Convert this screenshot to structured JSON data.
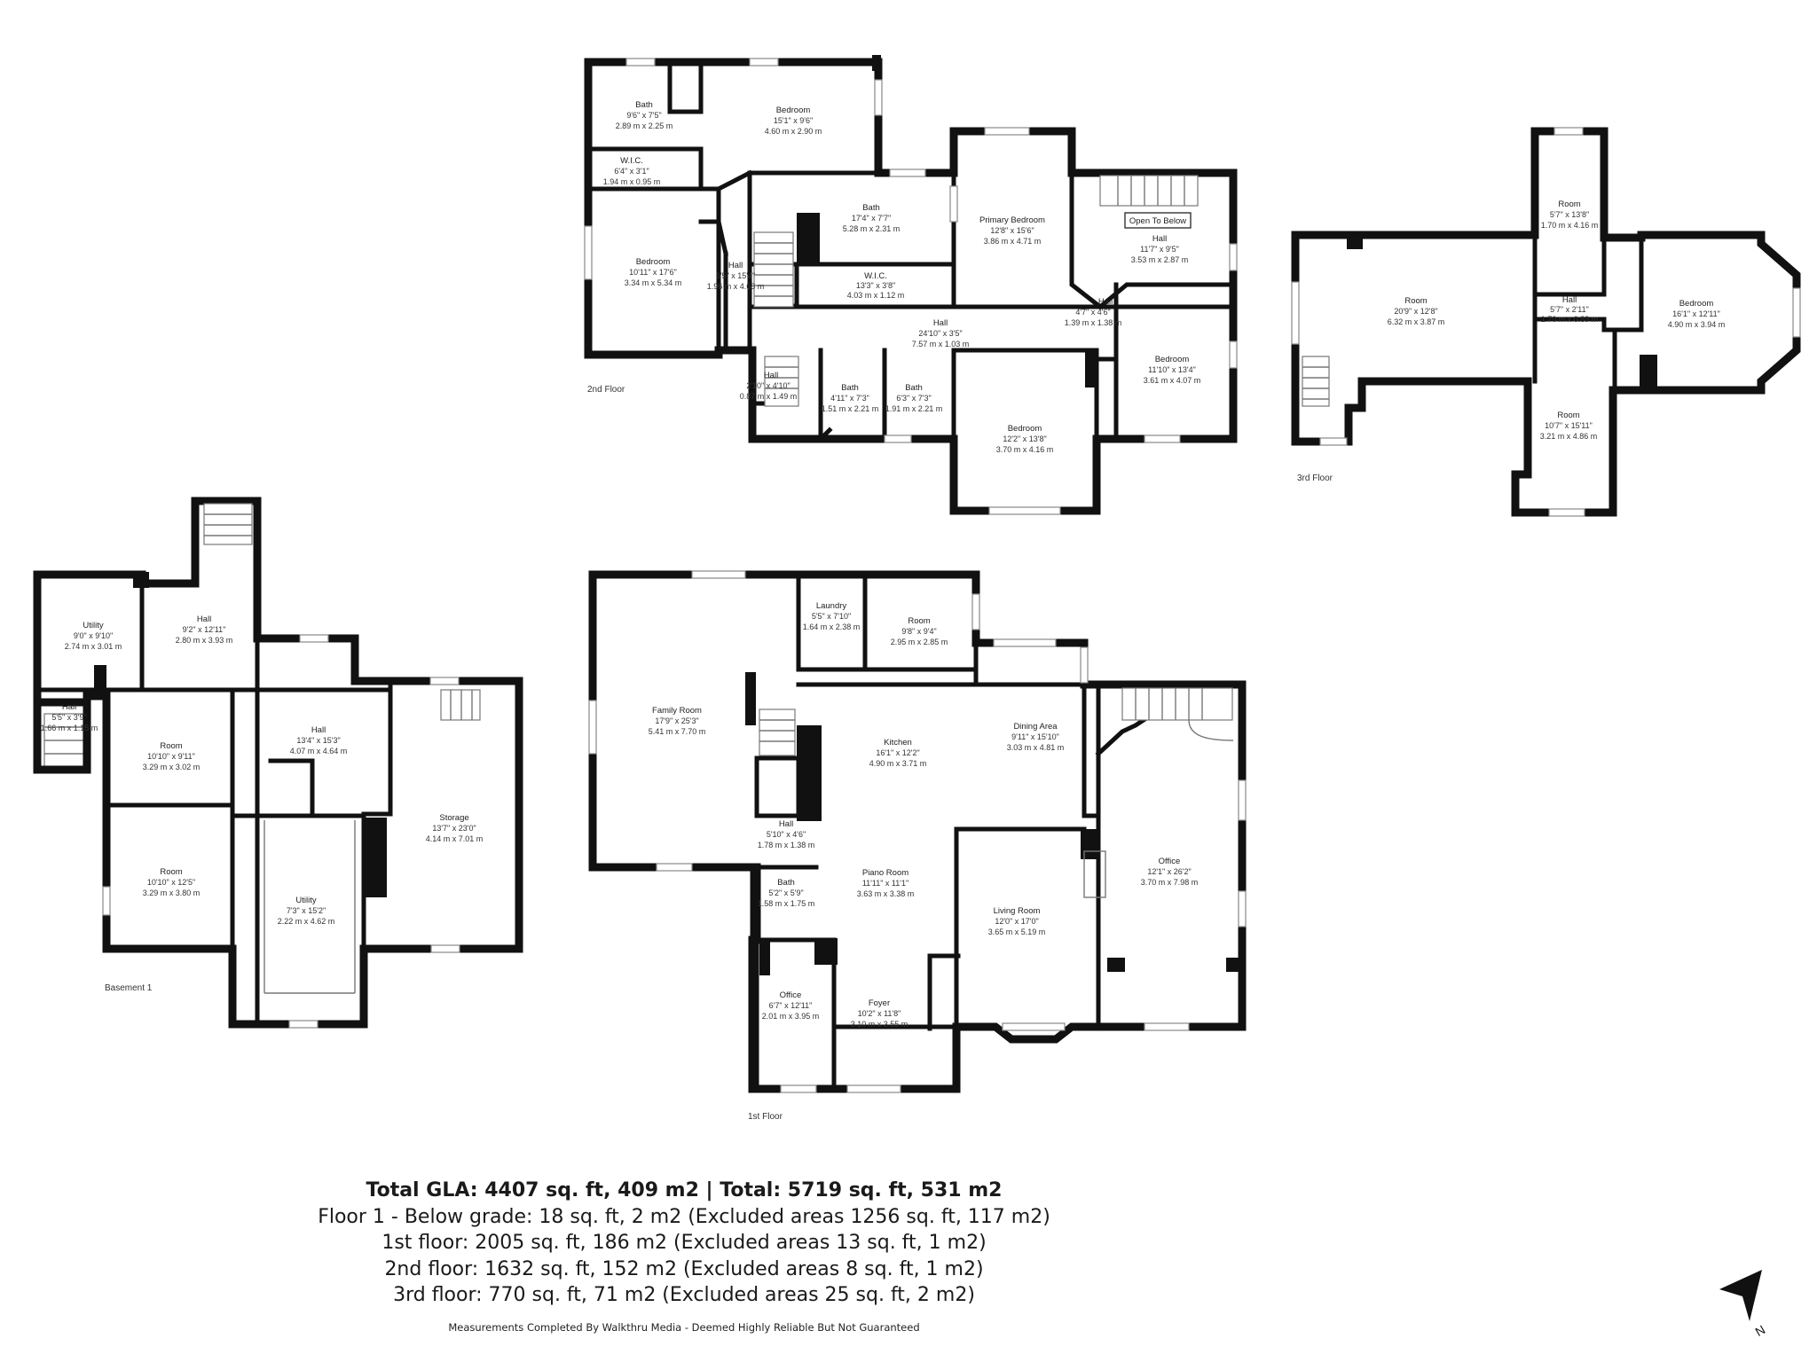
{
  "rooms": {
    "2f_bath_a": {
      "name": "Bath",
      "dims_imperial": "9'6\" x 7'5\"",
      "dims_metric": "2.89 m x 2.25 m"
    },
    "2f_bedroom_a": {
      "name": "Bedroom",
      "dims_imperial": "15'1\" x 9'6\"",
      "dims_metric": "4.60 m x 2.90 m"
    },
    "2f_wic_a": {
      "name": "W.I.C.",
      "dims_imperial": "6'4\" x 3'1\"",
      "dims_metric": "1.94 m x 0.95 m"
    },
    "2f_bedroom_b": {
      "name": "Bedroom",
      "dims_imperial": "10'11\" x 17'6\"",
      "dims_metric": "3.34 m x 5.34 m"
    },
    "2f_hall_a": {
      "name": "Hall",
      "dims_imperial": "6'5\" x 15'4\"",
      "dims_metric": "1.96 m x 4.68 m"
    },
    "2f_bath_b": {
      "name": "Bath",
      "dims_imperial": "17'4\" x 7'7\"",
      "dims_metric": "5.28 m x 2.31 m"
    },
    "2f_wic_b": {
      "name": "W.I.C.",
      "dims_imperial": "13'3\" x 3'8\"",
      "dims_metric": "4.03 m x 1.12 m"
    },
    "2f_primary": {
      "name": "Primary Bedroom",
      "dims_imperial": "12'8\" x 15'6\"",
      "dims_metric": "3.86 m x 4.71 m"
    },
    "2f_hall_b": {
      "name": "Hall",
      "dims_imperial": "11'7\" x 9'5\"",
      "dims_metric": "3.53 m x 2.87 m"
    },
    "2f_hall_c": {
      "name": "Hall",
      "dims_imperial": "24'10\" x 3'5\"",
      "dims_metric": "7.57 m x 1.03 m"
    },
    "2f_hall_d": {
      "name": "Hall",
      "dims_imperial": "4'7\" x 4'6\"",
      "dims_metric": "1.39 m x 1.38 m"
    },
    "2f_bedroom_c": {
      "name": "Bedroom",
      "dims_imperial": "11'10\" x 13'4\"",
      "dims_metric": "3.61 m x 4.07 m"
    },
    "2f_hall_e": {
      "name": "Hall",
      "dims_imperial": "2'10\" x 4'10\"",
      "dims_metric": "0.87 m x 1.49 m"
    },
    "2f_bath_c": {
      "name": "Bath",
      "dims_imperial": "4'11\" x 7'3\"",
      "dims_metric": "1.51 m x 2.21 m"
    },
    "2f_bath_d": {
      "name": "Bath",
      "dims_imperial": "6'3\" x 7'3\"",
      "dims_metric": "1.91 m x 2.21 m"
    },
    "2f_bedroom_d": {
      "name": "Bedroom",
      "dims_imperial": "12'2\" x 13'8\"",
      "dims_metric": "3.70 m x 4.16 m"
    },
    "3f_room_a": {
      "name": "Room",
      "dims_imperial": "5'7\" x 13'8\"",
      "dims_metric": "1.70 m x 4.16 m"
    },
    "3f_room_b": {
      "name": "Room",
      "dims_imperial": "20'9\" x 12'8\"",
      "dims_metric": "6.32 m x 3.87 m"
    },
    "3f_hall": {
      "name": "Hall",
      "dims_imperial": "5'7\" x 2'11\"",
      "dims_metric": "1.70 m x 0.89 m"
    },
    "3f_bedroom": {
      "name": "Bedroom",
      "dims_imperial": "16'1\" x 12'11\"",
      "dims_metric": "4.90 m x 3.94 m"
    },
    "3f_room_c": {
      "name": "Room",
      "dims_imperial": "10'7\" x 15'11\"",
      "dims_metric": "3.21 m x 4.86 m"
    },
    "b_utility_a": {
      "name": "Utility",
      "dims_imperial": "9'0\" x 9'10\"",
      "dims_metric": "2.74 m x 3.01 m"
    },
    "b_hall_a": {
      "name": "Hall",
      "dims_imperial": "9'2\" x 12'11\"",
      "dims_metric": "2.80 m x 3.93 m"
    },
    "b_hall_b": {
      "name": "Hall",
      "dims_imperial": "5'5\" x 3'9\"",
      "dims_metric": "1.66 m x 1.15 m"
    },
    "b_room_a": {
      "name": "Room",
      "dims_imperial": "10'10\" x 9'11\"",
      "dims_metric": "3.29 m x 3.02 m"
    },
    "b_hall_c": {
      "name": "Hall",
      "dims_imperial": "13'4\" x 15'3\"",
      "dims_metric": "4.07 m x 4.64 m"
    },
    "b_storage": {
      "name": "Storage",
      "dims_imperial": "13'7\" x 23'0\"",
      "dims_metric": "4.14 m x 7.01 m"
    },
    "b_room_b": {
      "name": "Room",
      "dims_imperial": "10'10\" x 12'5\"",
      "dims_metric": "3.29 m x 3.80 m"
    },
    "b_utility_b": {
      "name": "Utility",
      "dims_imperial": "7'3\" x 15'2\"",
      "dims_metric": "2.22 m x 4.62 m"
    },
    "1f_family": {
      "name": "Family Room",
      "dims_imperial": "17'9\" x 25'3\"",
      "dims_metric": "5.41 m x 7.70 m"
    },
    "1f_laundry": {
      "name": "Laundry",
      "dims_imperial": "5'5\" x 7'10\"",
      "dims_metric": "1.64 m x 2.38 m"
    },
    "1f_room": {
      "name": "Room",
      "dims_imperial": "9'8\" x 9'4\"",
      "dims_metric": "2.95 m x 2.85 m"
    },
    "1f_kitchen": {
      "name": "Kitchen",
      "dims_imperial": "16'1\" x 12'2\"",
      "dims_metric": "4.90 m x 3.71 m"
    },
    "1f_dining": {
      "name": "Dining Area",
      "dims_imperial": "9'11\" x 15'10\"",
      "dims_metric": "3.03 m x 4.81 m"
    },
    "1f_office_a": {
      "name": "Office",
      "dims_imperial": "12'1\" x 26'2\"",
      "dims_metric": "3.70 m x 7.98 m"
    },
    "1f_hall": {
      "name": "Hall",
      "dims_imperial": "5'10\" x 4'6\"",
      "dims_metric": "1.78 m x 1.38 m"
    },
    "1f_bath": {
      "name": "Bath",
      "dims_imperial": "5'2\" x 5'9\"",
      "dims_metric": "1.58 m x 1.75 m"
    },
    "1f_piano": {
      "name": "Piano Room",
      "dims_imperial": "11'11\" x 11'1\"",
      "dims_metric": "3.63 m x 3.38 m"
    },
    "1f_living": {
      "name": "Living Room",
      "dims_imperial": "12'0\" x 17'0\"",
      "dims_metric": "3.65 m x 5.19 m"
    },
    "1f_office_b": {
      "name": "Office",
      "dims_imperial": "6'7\" x 12'11\"",
      "dims_metric": "2.01 m x 3.95 m"
    },
    "1f_foyer": {
      "name": "Foyer",
      "dims_imperial": "10'2\" x 11'8\"",
      "dims_metric": "3.10 m x 3.55 m"
    }
  },
  "floor_labels": {
    "second": "2nd Floor",
    "third": "3rd Floor",
    "basement": "Basement 1",
    "first": "1st Floor"
  },
  "annotations": {
    "open_to_below": "Open To Below"
  },
  "summary": {
    "total": "Total GLA: 4407 sq. ft, 409 m2 | Total: 5719 sq. ft, 531 m2",
    "floor1_below": "Floor 1 - Below grade: 18 sq. ft, 2 m2 (Excluded areas 1256 sq. ft, 117 m2)",
    "first": "1st floor: 2005 sq. ft, 186 m2 (Excluded areas 13 sq. ft, 1 m2)",
    "second": "2nd floor: 1632 sq. ft, 152 m2 (Excluded areas 8 sq. ft, 1 m2)",
    "third": "3rd floor: 770 sq. ft, 71 m2 (Excluded areas 25 sq. ft, 2 m2)"
  },
  "footer": "Measurements Completed By Walkthru Media - Deemed Highly Reliable But Not Guaranteed",
  "compass": {
    "label": "N",
    "icon": "north-arrow-icon"
  },
  "colors": {
    "walls": "#111111",
    "text": "#222222",
    "background": "#ffffff"
  }
}
